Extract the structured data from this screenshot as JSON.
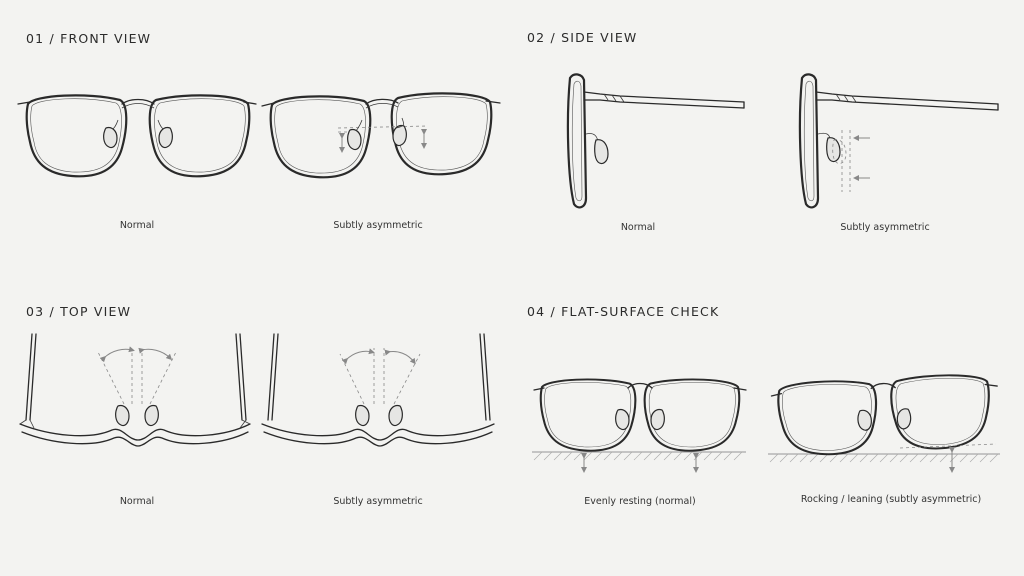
{
  "sections": [
    {
      "title": "01 / FRONT VIEW",
      "captions": [
        "Normal",
        "Subtly asymmetric"
      ]
    },
    {
      "title": "02 / SIDE VIEW",
      "captions": [
        "Normal",
        "Subtly asymmetric"
      ]
    },
    {
      "title": "03 / TOP VIEW",
      "captions": [
        "Normal",
        "Subtly asymmetric"
      ]
    },
    {
      "title": "04 / FLAT-SURFACE CHECK",
      "captions": [
        "Evenly resting (normal)",
        "Rocking / leaning (subtly asymmetric)"
      ]
    }
  ],
  "colors": {
    "background": "#f3f3f1",
    "ink": "#2a2a2a",
    "guide": "#888888"
  }
}
